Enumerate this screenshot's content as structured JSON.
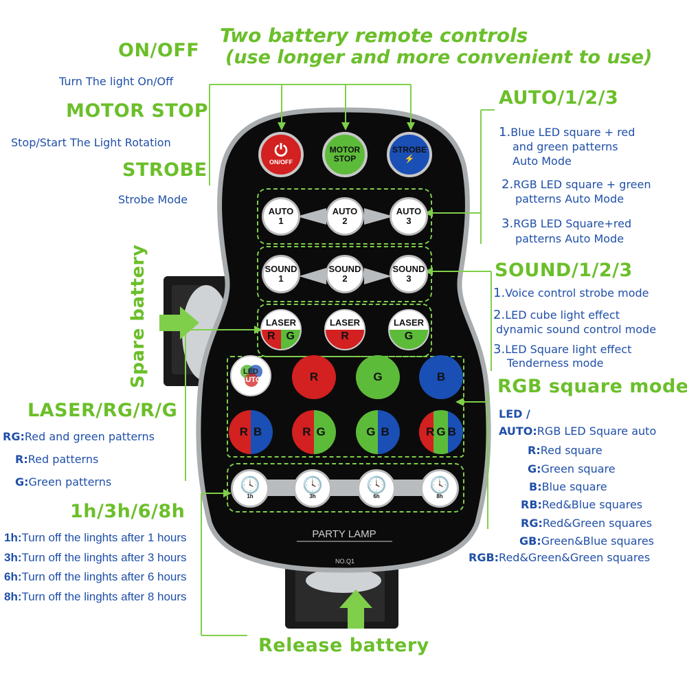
{
  "title": {
    "line1": "Two battery remote controls",
    "line2": "(use longer and more convenient to use)"
  },
  "left": {
    "onoff": {
      "head": "ON/OFF",
      "desc": "Turn The light On/Off"
    },
    "motor": {
      "head": "MOTOR STOP",
      "desc": "Stop/Start The Light Rotation"
    },
    "strobe": {
      "head": "STROBE",
      "desc": "Strobe Mode"
    },
    "spare": "Spare battery",
    "laser": {
      "head": "LASER/RG/R/G",
      "items": [
        {
          "k": "RG:",
          "v": "Red and green patterns"
        },
        {
          "k": "R:",
          "v": "Red patterns"
        },
        {
          "k": "G:",
          "v": "Green patterns"
        }
      ]
    },
    "timer": {
      "head": "1h/3h/6/8h",
      "items": [
        {
          "k": "1h:",
          "v": "Turn off the linghts after 1 hours"
        },
        {
          "k": "3h:",
          "v": "Turn off the linghts after 3 hours"
        },
        {
          "k": "6h:",
          "v": "Turn off the linghts after 6 hours"
        },
        {
          "k": "8h:",
          "v": "Turn off the linghts after 8 hours"
        }
      ]
    }
  },
  "right": {
    "auto": {
      "head": "AUTO/1/2/3",
      "items": [
        {
          "n": "1.",
          "l1": "Blue LED square + red",
          "l2": "and green patterns",
          "l3": "Auto Mode"
        },
        {
          "n": "2.",
          "l1": "RGB LED square + green",
          "l2": "patterns Auto Mode"
        },
        {
          "n": "3.",
          "l1": "RGB LED Square+red",
          "l2": "patterns Auto Mode"
        }
      ]
    },
    "sound": {
      "head": "SOUND/1/2/3",
      "items": [
        {
          "n": "1.",
          "l1": "Voice control strobe mode"
        },
        {
          "n": "2.",
          "l1": "LED cube light effect",
          "l2": "dynamic sound control mode"
        },
        {
          "n": "3.",
          "l1": "LED Square light effect",
          "l2": "Tenderness mode"
        }
      ]
    },
    "rgb": {
      "head": "RGB square mode",
      "led": "LED /",
      "items": [
        {
          "k": "AUTO:",
          "v": "RGB LED Square auto"
        },
        {
          "k": "R:",
          "v": "Red square"
        },
        {
          "k": "G:",
          "v": "Green square"
        },
        {
          "k": "B:",
          "v": "Blue square"
        },
        {
          "k": "RB:",
          "v": "Red&Blue squares"
        },
        {
          "k": "RG:",
          "v": "Red&Green squares"
        },
        {
          "k": "GB:",
          "v": "Green&Blue squares"
        },
        {
          "k": "RGB:",
          "v": "Red&Green&Green squares"
        }
      ]
    }
  },
  "bottom": "Release battery",
  "remote": {
    "onoff": "ON/OFF",
    "motor1": "MOTOR",
    "motor2": "STOP",
    "strobe": "STROBE",
    "auto": [
      "AUTO",
      "AUTO",
      "AUTO"
    ],
    "auto_n": [
      "1",
      "2",
      "3"
    ],
    "sound": [
      "SOUND",
      "SOUND",
      "SOUND"
    ],
    "sound_n": [
      "1",
      "2",
      "3"
    ],
    "laser": [
      "LASER",
      "LASER",
      "LASER"
    ],
    "laser_sub": [
      "R",
      "G",
      "R",
      "G"
    ],
    "led1": "LED",
    "led2": "AUTO",
    "rgb": [
      "R",
      "G",
      "B"
    ],
    "pairs": [
      [
        "R",
        "B"
      ],
      [
        "R",
        "G"
      ],
      [
        "G",
        "B"
      ],
      [
        "R",
        "G",
        "B"
      ]
    ],
    "timers": [
      "1h",
      "3h",
      "6h",
      "8h"
    ],
    "brand": "PARTY LAMP",
    "model": "NO.Q1"
  },
  "colors": {
    "accent_green": "#6bbf2a",
    "text_blue": "#1f4fa8",
    "red": "#d32020",
    "green": "#4caf2c",
    "blue": "#1a4fb5"
  }
}
